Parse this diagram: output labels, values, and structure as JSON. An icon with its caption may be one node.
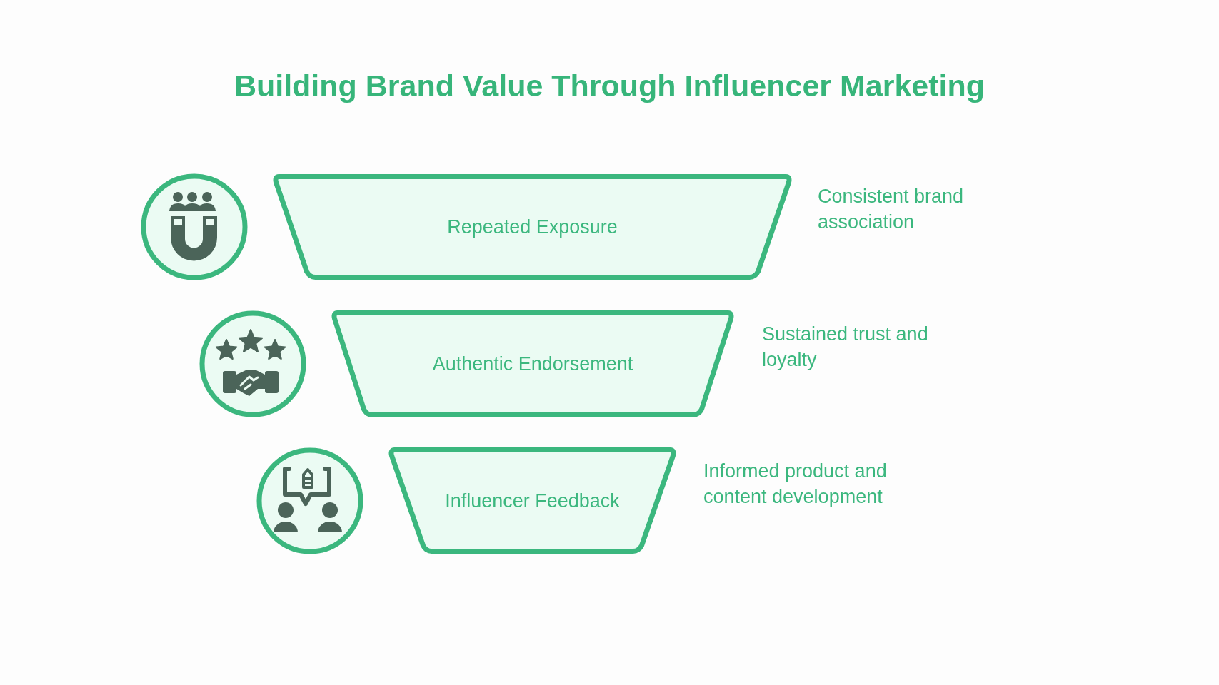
{
  "diagram": {
    "title": "Building Brand Value Through Influencer Marketing",
    "nodes": [
      {
        "text": [
          "Repeated Exposure"
        ],
        "beside": [
          "Consistent brand association"
        ]
      },
      {
        "text": [
          "Authentic Endorsement"
        ],
        "beside": [
          "Sustained trust and loyalty"
        ]
      },
      {
        "text": [
          "Influencer Feedback"
        ],
        "beside": [
          "Informed product and content development"
        ]
      }
    ]
  }
}
